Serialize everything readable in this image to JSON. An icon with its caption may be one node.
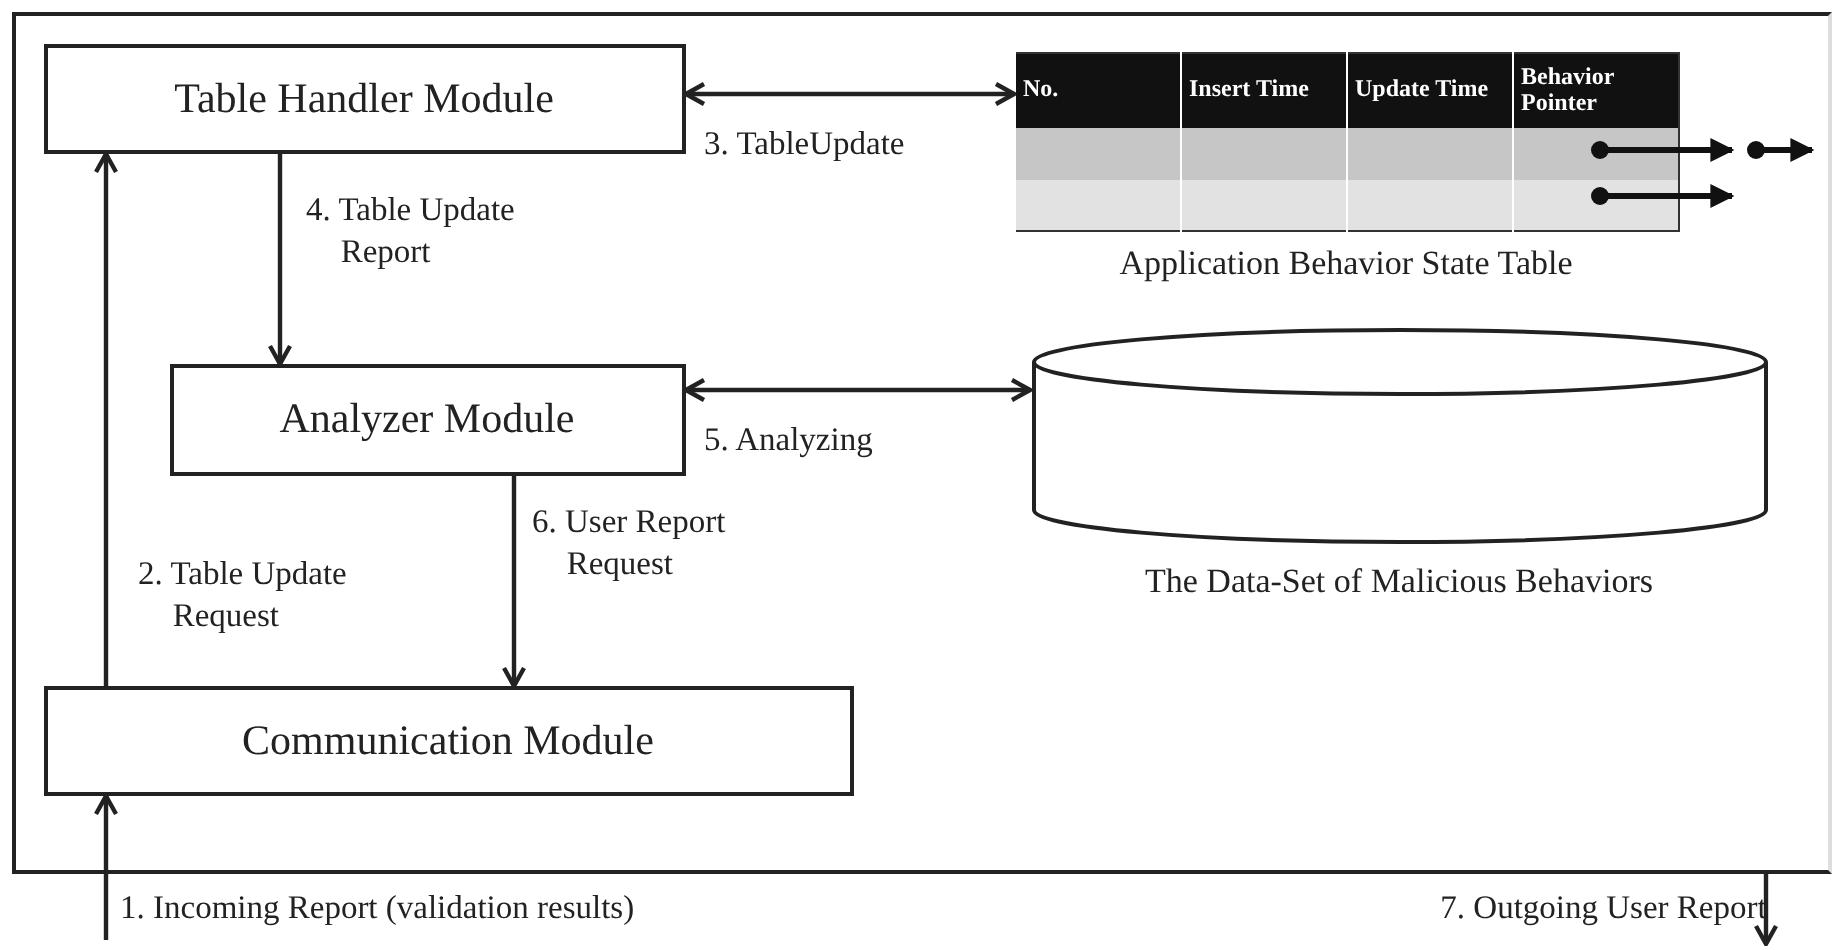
{
  "diagram": {
    "nodes": [
      {
        "text": [],
        "shape": "box"
      },
      {
        "text": [
          "Table Handler Module"
        ],
        "in": 0
      },
      {
        "text": [
          "Analyzer Module"
        ],
        "in": 0
      },
      {
        "text": [
          "Communication Module"
        ],
        "in": 0
      },
      {
        "text": [
          "Application Behavior State Table"
        ],
        "in": 0
      },
      {
        "text": [
          "The Data-Set of Malicious Behaviors"
        ],
        "in": 0
      }
    ],
    "edges": [
      {
        "from": null,
        "to": 3,
        "arrow": "to",
        "label": "1. Incoming Report (validation results)"
      },
      {
        "from": 3,
        "to": 1,
        "arrow": "to",
        "label": "2. Table Update Request"
      },
      {
        "from": 1,
        "to": 4,
        "arrow": "both",
        "label": "3. TableUpdate"
      },
      {
        "from": 1,
        "to": 2,
        "arrow": "to",
        "label": "4. Table Update Report"
      },
      {
        "from": 2,
        "to": 5,
        "arrow": "both",
        "label": "5. Analyzing"
      },
      {
        "from": 2,
        "to": 3,
        "arrow": "to",
        "label": "6. User Report Request"
      },
      {
        "from": 0,
        "to": null,
        "arrow": "to",
        "label": "7. Outgoing User Report"
      }
    ],
    "labels": [
      "No.",
      "Insert Time",
      "Update Time",
      "Behavior Pointer"
    ]
  }
}
